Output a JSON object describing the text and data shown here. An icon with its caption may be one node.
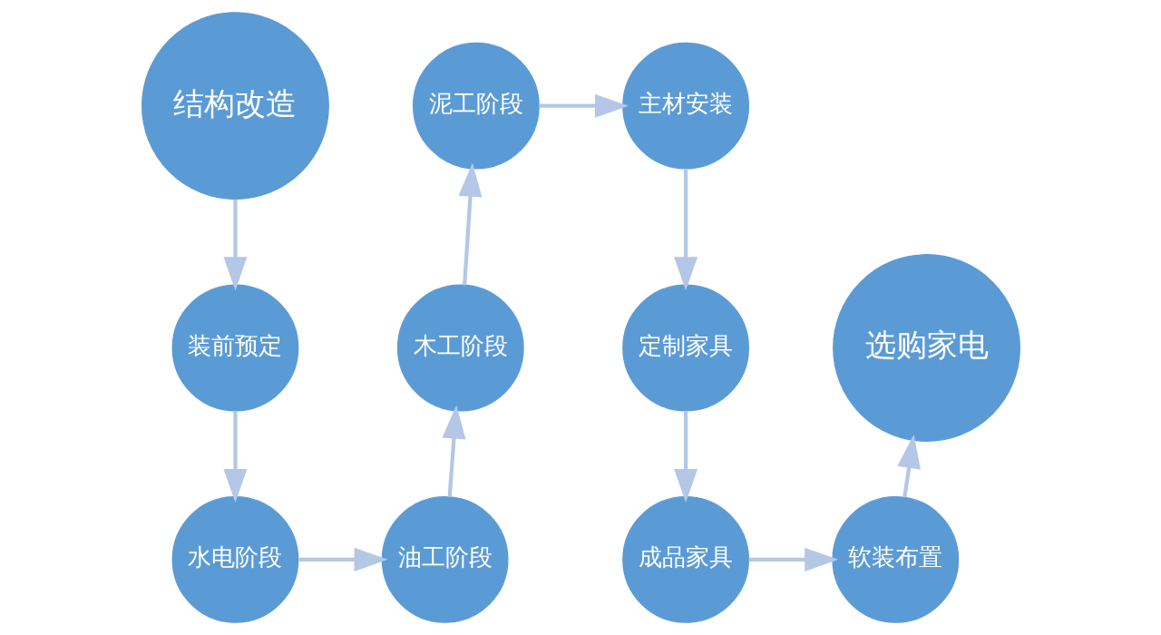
{
  "diagram": {
    "nodes": [
      {
        "text": [
          "结构改造"
        ]
      },
      {
        "text": [
          "泥工阶段"
        ]
      },
      {
        "text": [
          "主材安装"
        ]
      },
      {
        "text": [
          "装前预定"
        ]
      },
      {
        "text": [
          "木工阶段"
        ]
      },
      {
        "text": [
          "定制家具"
        ]
      },
      {
        "text": [
          "选购家电"
        ]
      },
      {
        "text": [
          "水电阶段"
        ]
      },
      {
        "text": [
          "油工阶段"
        ]
      },
      {
        "text": [
          "成品家具"
        ]
      },
      {
        "text": [
          "软装布置"
        ]
      }
    ],
    "edges": [
      {
        "from": 0,
        "to": 3,
        "arrow": "to"
      },
      {
        "from": 3,
        "to": 7,
        "arrow": "to"
      },
      {
        "from": 7,
        "to": 8,
        "arrow": "to"
      },
      {
        "from": 8,
        "to": 4,
        "arrow": "to"
      },
      {
        "from": 4,
        "to": 1,
        "arrow": "to"
      },
      {
        "from": 1,
        "to": 2,
        "arrow": "to"
      },
      {
        "from": 2,
        "to": 5,
        "arrow": "to"
      },
      {
        "from": 5,
        "to": 9,
        "arrow": "to"
      },
      {
        "from": 9,
        "to": 10,
        "arrow": "to"
      },
      {
        "from": 10,
        "to": 6,
        "arrow": "to"
      }
    ]
  }
}
